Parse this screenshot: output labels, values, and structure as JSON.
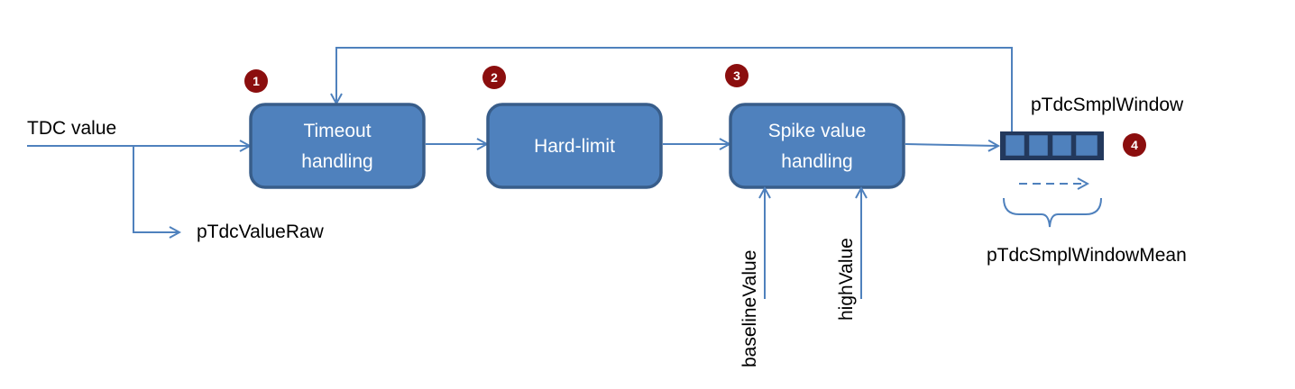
{
  "input_label": "TDC value",
  "raw_output_label": "pTdcValueRaw",
  "boxes": {
    "timeout": {
      "line1": "Timeout",
      "line2": "handling"
    },
    "hardlimit": {
      "line1": "Hard-limit"
    },
    "spike": {
      "line1": "Spike value",
      "line2": "handling"
    }
  },
  "badges": [
    "1",
    "2",
    "3",
    "4"
  ],
  "side_inputs": {
    "baseline": "baselineValue",
    "high": "highValue"
  },
  "window_label": "pTdcSmplWindow",
  "window_mean_label": "pTdcSmplWindowMean",
  "window_cells": 4,
  "colors": {
    "box_fill": "#4f81bd",
    "box_border": "#385d8a",
    "line": "#4f81bd",
    "badge": "#8b0e0e"
  }
}
